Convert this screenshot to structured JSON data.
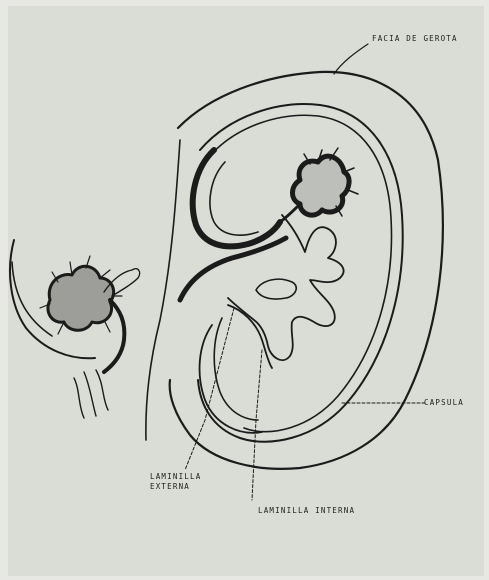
{
  "figure": {
    "labels": {
      "fascia": "Facia de Gerota",
      "capsule": "Capsula",
      "outer_lamina_line1": "Laminilla",
      "outer_lamina_line2": "Externa",
      "inner_lamina": "Laminilla Interna"
    }
  }
}
